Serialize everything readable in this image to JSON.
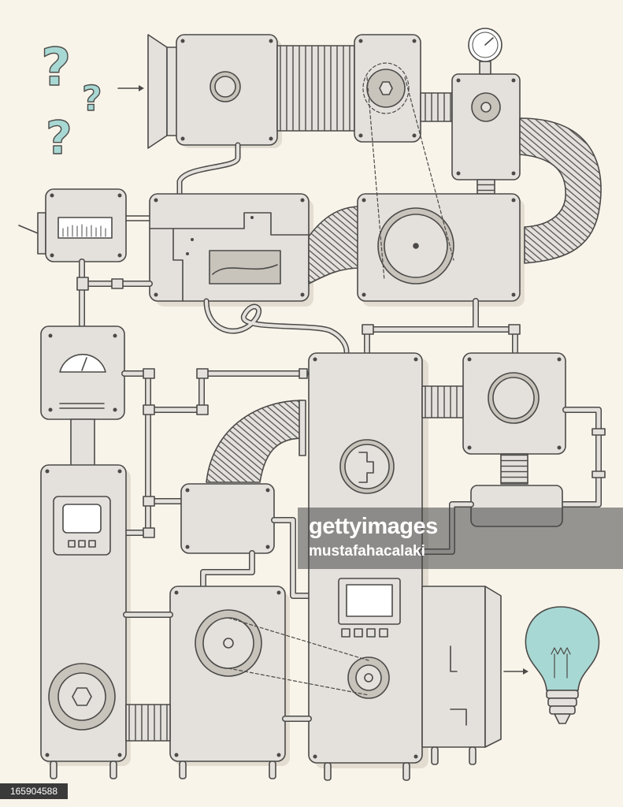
{
  "watermark": {
    "brand": "gettyimages",
    "credit": "mustafahacalaki"
  },
  "image_id_tag": "165904588",
  "symbols": {
    "question_marks": [
      "?",
      "?",
      "?"
    ]
  },
  "colors": {
    "background": "#f9f4ea",
    "machine_fill": "#e4e1dc",
    "machine_shadow": "#e3ddd1",
    "outline": "#4b4a48",
    "dark_detail": "#c8c3bb",
    "accent_teal": "#a8d8d3",
    "watermark_band": "#464646"
  },
  "icons": [
    "question-mark-icon",
    "arrow-icon",
    "pressure-gauge-icon",
    "light-bulb-icon",
    "dial-meter-icon",
    "level-meter-icon"
  ]
}
